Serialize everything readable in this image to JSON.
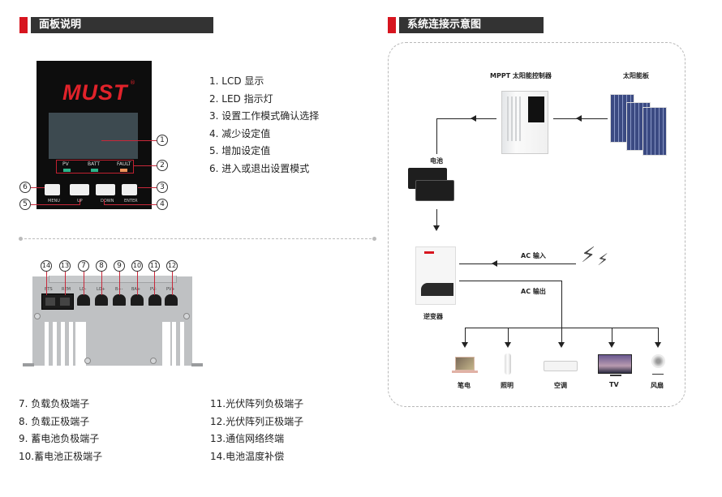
{
  "left_section": {
    "title": "面板说明",
    "panel": {
      "brand": "MUST",
      "registered_mark": "®",
      "leds": [
        {
          "label": "PV",
          "color": "#2bb58a"
        },
        {
          "label": "BATT",
          "color": "#2bb58a"
        },
        {
          "label": "FAULT",
          "color": "#f0935a"
        }
      ],
      "buttons": [
        "MENU",
        "UP",
        "DOWN",
        "ENTER"
      ],
      "callouts": [
        "1",
        "2",
        "3",
        "4",
        "5",
        "6"
      ]
    },
    "panel_legend": [
      "1.  LCD 显示",
      "2.  LED 指示灯",
      "3.  设置工作模式确认选择",
      "4.  减少设定值",
      "5.  增加设定值",
      "6.  进入或退出设置模式"
    ],
    "terminals": {
      "callouts": [
        "14",
        "13",
        "7",
        "8",
        "9",
        "10",
        "11",
        "12"
      ],
      "port_labels": [
        "BTS",
        "REM",
        "LO-",
        "LO+",
        "B+-",
        "BA+",
        "PV-",
        "PV+"
      ]
    },
    "terminal_legend_left": [
      "7.  负载负极端子",
      "8.  负载正极端子",
      "9.  蓄电池负极端子",
      "10.蓄电池正极端子"
    ],
    "terminal_legend_right": [
      "11.光伏阵列负极端子",
      "12.光伏阵列正极端子",
      "13.通信网络终端",
      "14.电池温度补偿"
    ]
  },
  "right_section": {
    "title": "系统连接示意图",
    "nodes": {
      "controller": "MPPT 太阳能控制器",
      "solar_panel": "太阳能板",
      "battery": "电池",
      "inverter": "逆变器",
      "ac_input": "AC 输入",
      "ac_output": "AC 输出"
    },
    "appliances": [
      "笔电",
      "照明",
      "空调",
      "TV",
      "风扇"
    ],
    "colors": {
      "accent_red": "#d7151f",
      "header_dark": "#333333"
    }
  }
}
